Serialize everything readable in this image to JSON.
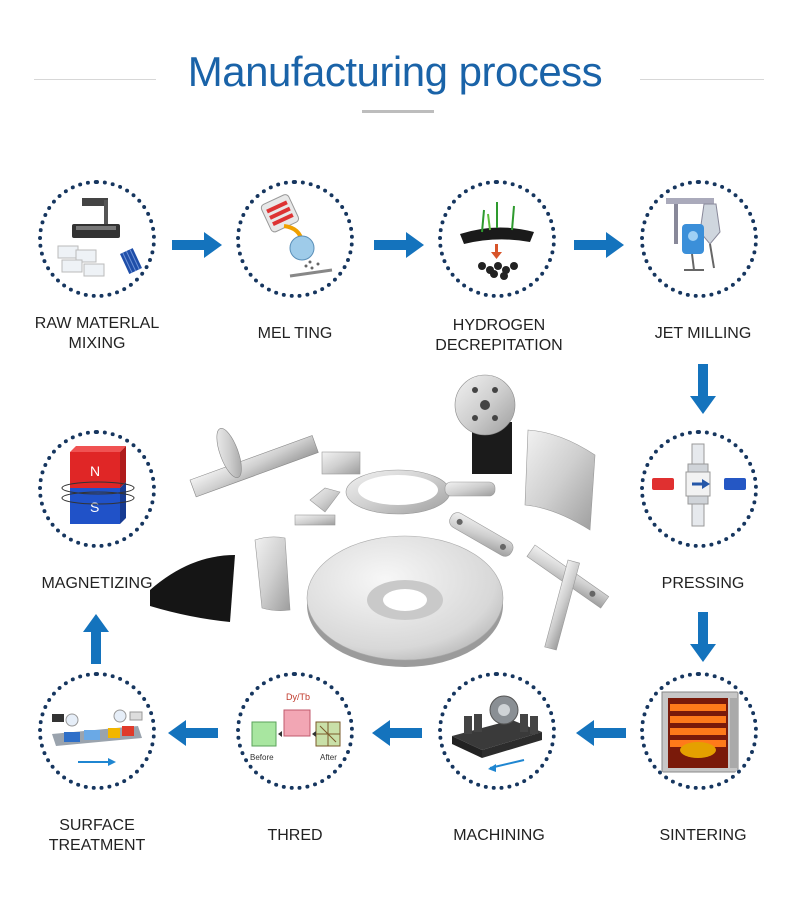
{
  "title": "Manufacturing process",
  "colors": {
    "title": "#1a63a8",
    "arrow": "#1473bd",
    "circle_border": "#16365f"
  },
  "steps": [
    {
      "id": "raw",
      "icon": "scale-and-blocks-icon",
      "line1": "RAW MATERLAL",
      "line2": "MIXING"
    },
    {
      "id": "melting",
      "icon": "ladle-pouring-icon",
      "line1": "MEL TING",
      "line2": ""
    },
    {
      "id": "hydrogen",
      "icon": "powder-sprouts-icon",
      "line1": "HYDROGEN",
      "line2": "DECREPITATION"
    },
    {
      "id": "jet",
      "icon": "jet-mill-machine-icon",
      "line1": "JET MILLING",
      "line2": ""
    },
    {
      "id": "pressing",
      "icon": "press-magnet-icon",
      "line1": "PRESSING",
      "line2": ""
    },
    {
      "id": "sintering",
      "icon": "furnace-icon",
      "line1": "SINTERING",
      "line2": ""
    },
    {
      "id": "machining",
      "icon": "cutting-machine-icon",
      "line1": "MACHINING",
      "line2": ""
    },
    {
      "id": "thred",
      "icon": "grain-diffusion-icon",
      "line1": "THRED",
      "line2": ""
    },
    {
      "id": "surface",
      "icon": "coating-line-icon",
      "line1": "SURFACE",
      "line2": "TREATMENT"
    },
    {
      "id": "magnetizing",
      "icon": "ns-magnet-icon",
      "line1": "MAGNETIZING",
      "line2": ""
    }
  ],
  "icon_text": {
    "dytb": "Dy/Tb",
    "before": "Before",
    "after": "After",
    "north": "N",
    "south": "S"
  }
}
